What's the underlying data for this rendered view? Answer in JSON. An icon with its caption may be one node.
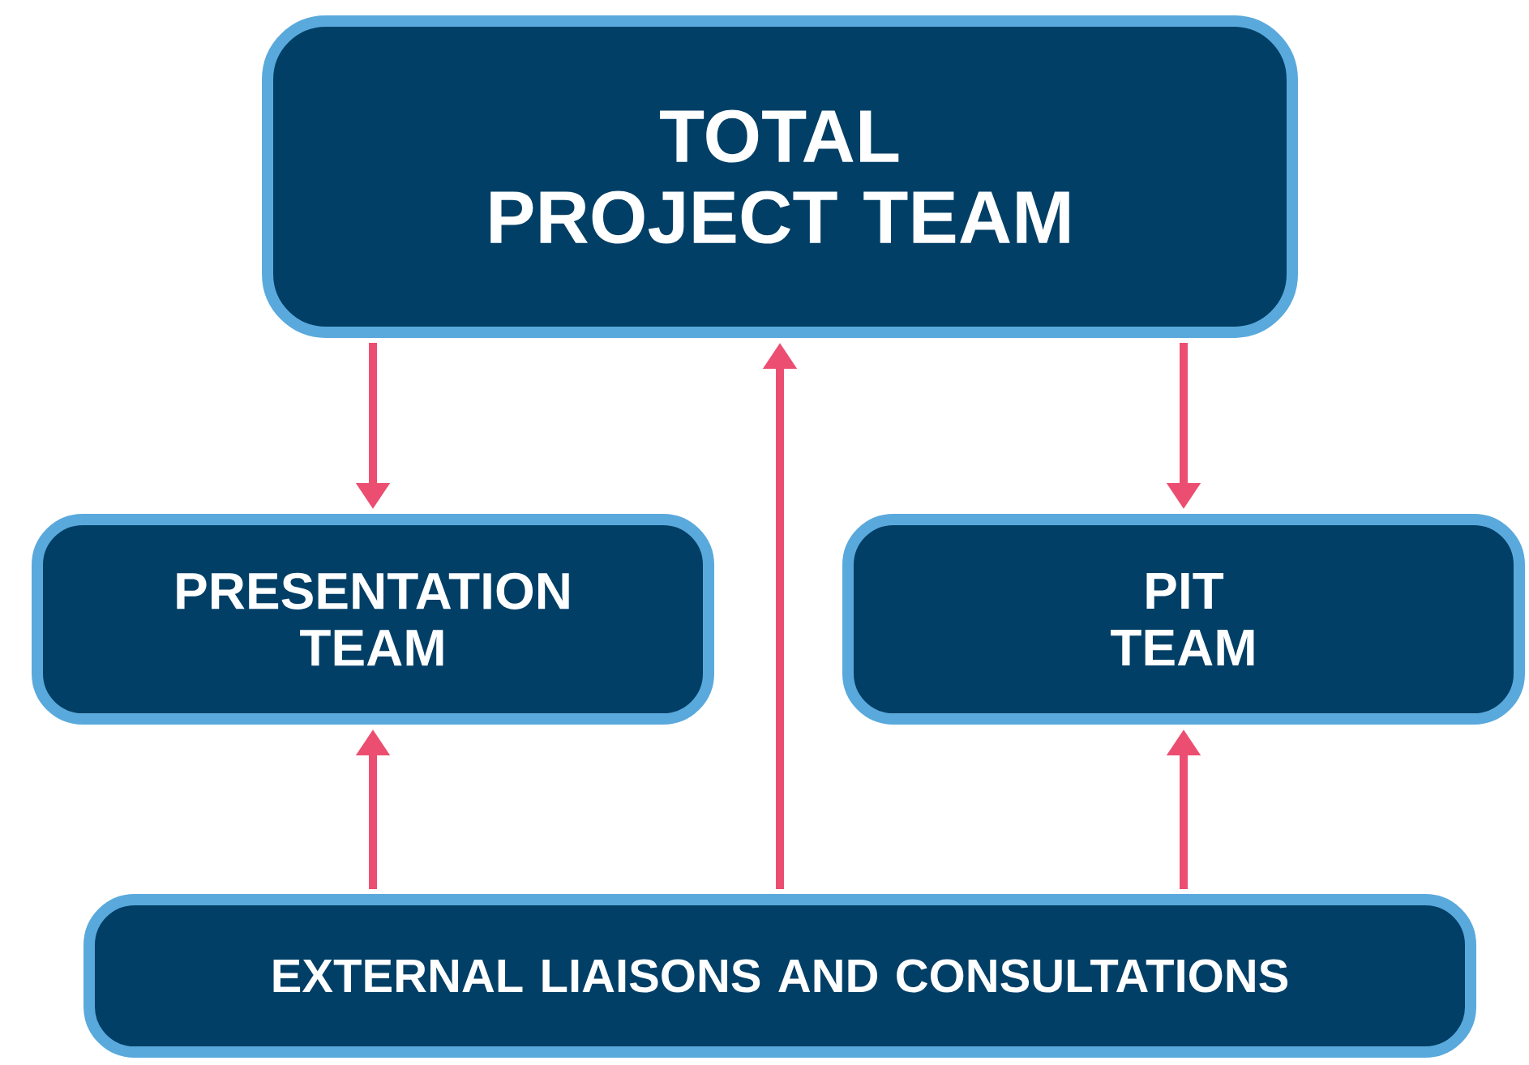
{
  "diagram": {
    "nodes": [
      {
        "text": [
          "TOTAL PROJECT TEAM"
        ]
      },
      {
        "text": [
          "PRESENTATION TEAM"
        ]
      },
      {
        "text": [
          "PIT TEAM"
        ]
      },
      {
        "text": [
          "EXTERNAL LIAISONS AND CONSULTATIONS"
        ]
      }
    ],
    "edges": [
      {
        "from": 0,
        "to": 1,
        "arrow": "to"
      },
      {
        "from": 0,
        "to": 2,
        "arrow": "to"
      },
      {
        "from": 3,
        "to": 0,
        "arrow": "to"
      },
      {
        "from": 3,
        "to": 1,
        "arrow": "to"
      },
      {
        "from": 3,
        "to": 2,
        "arrow": "to"
      }
    ]
  }
}
